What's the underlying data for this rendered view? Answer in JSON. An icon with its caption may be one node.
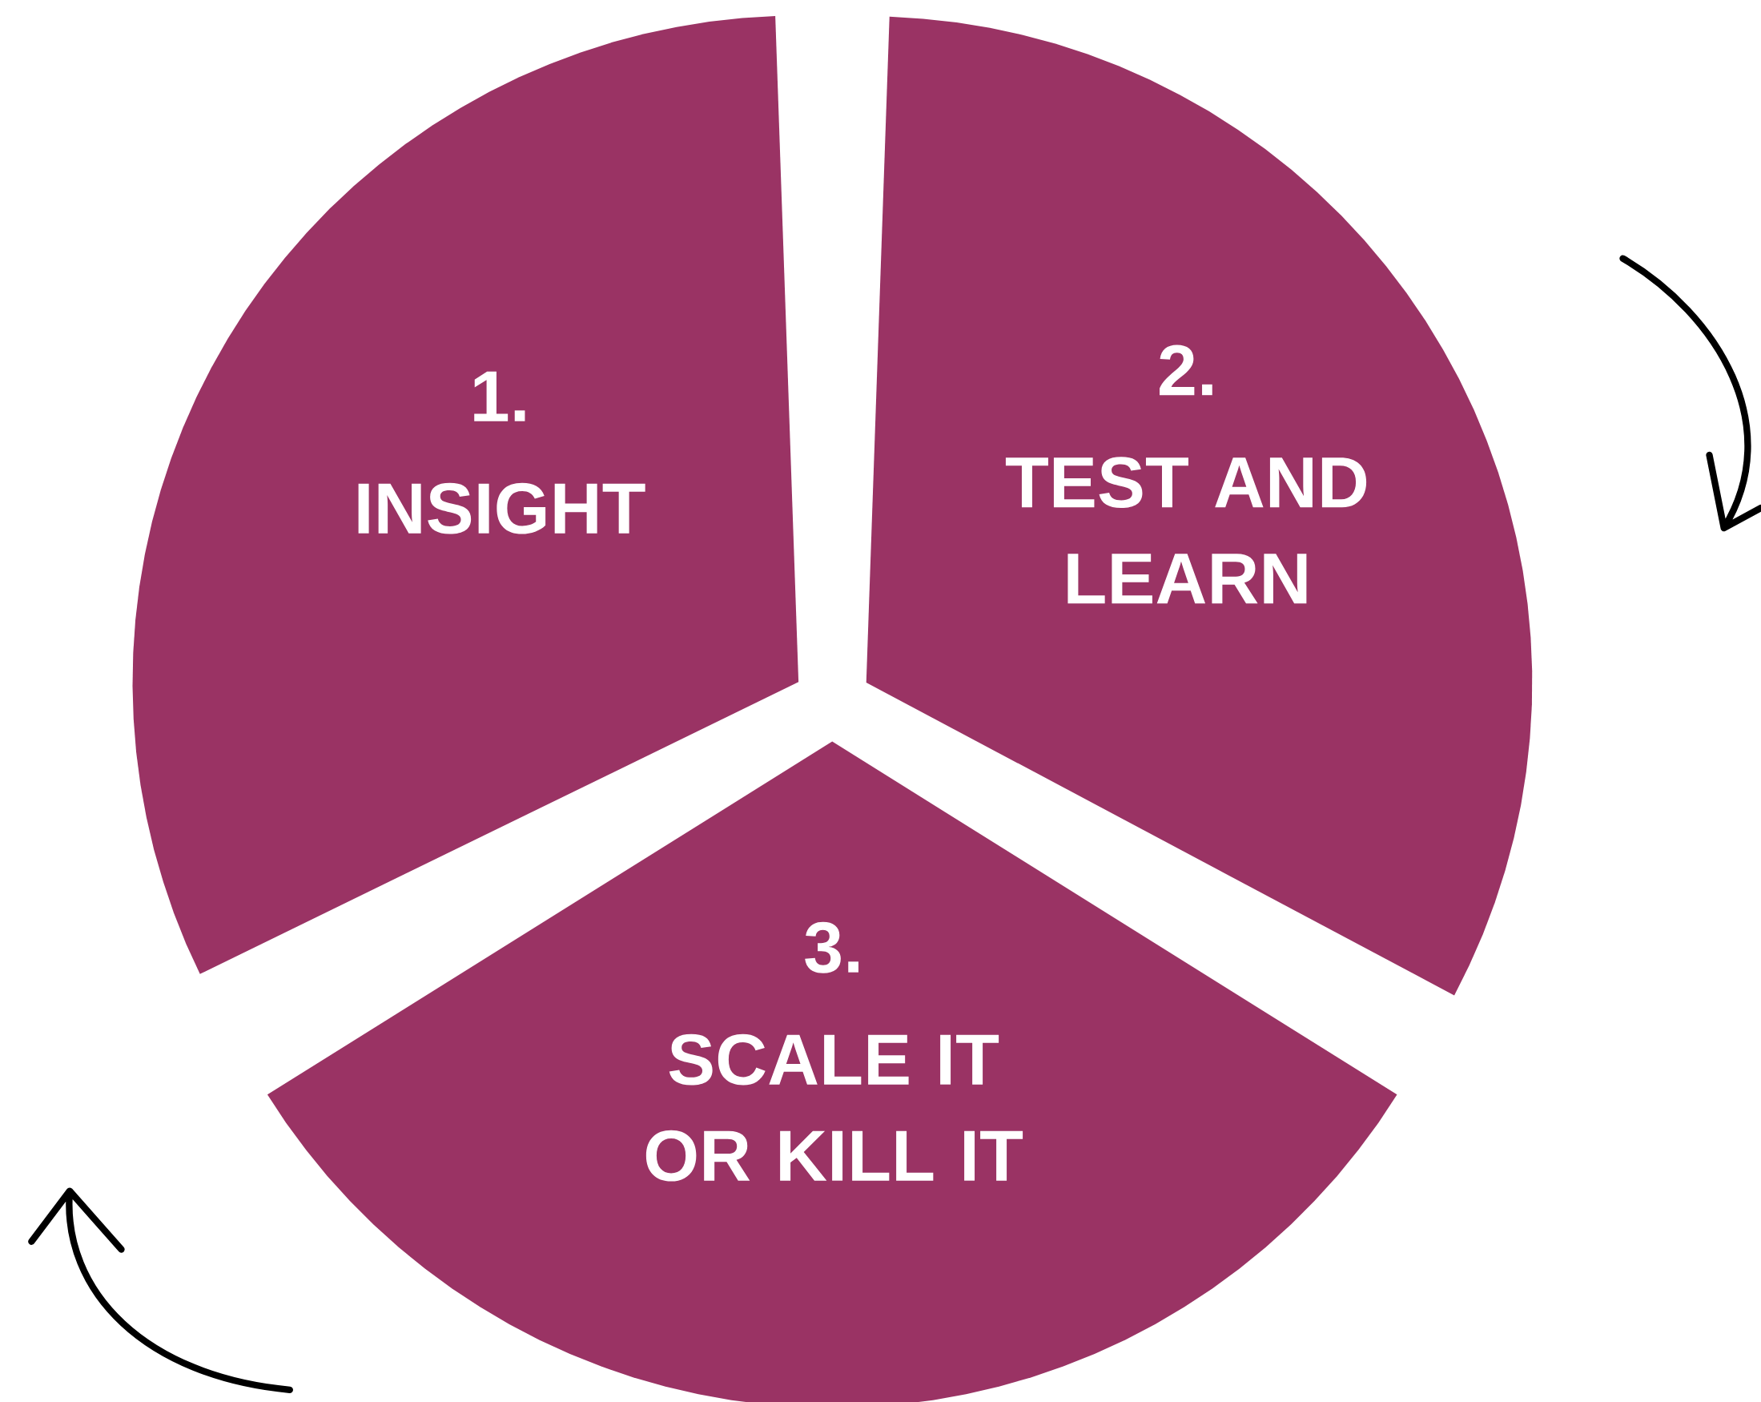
{
  "diagram": {
    "nodes": [
      {
        "text": [
          "1.",
          "INSIGHT"
        ]
      },
      {
        "text": [
          "2.",
          "TEST AND LEARN"
        ]
      },
      {
        "text": [
          "3.",
          "SCALE IT OR KILL IT"
        ]
      }
    ]
  }
}
